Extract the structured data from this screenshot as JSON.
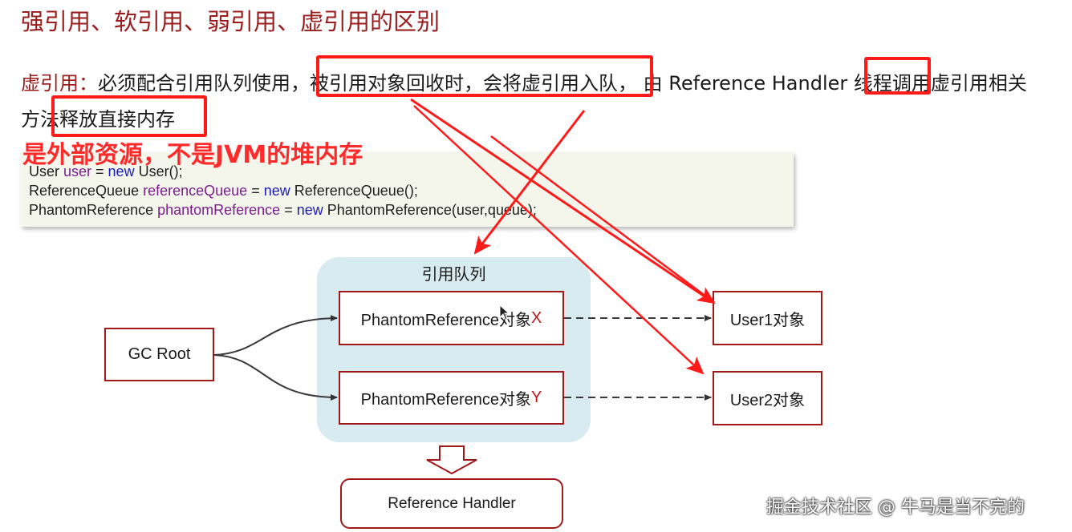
{
  "title": "强引用、软引用、弱引用、虚引用的区别",
  "definition": {
    "term": "虚引用",
    "colon": "：",
    "part1": "必须配合引用队列使用，",
    "part2": "被引用对象回收时，会将虚引用入队，",
    "part3": " 由 Reference Handler ",
    "part4": "线程调",
    "part5": "用虚引用相关",
    "line2_a": "方法",
    "line2_b": "释放直接内存"
  },
  "annotation": "是外部资源，不是JVM的堆内存",
  "code": {
    "line1": {
      "t1": "User ",
      "v": "user",
      "t2": " = ",
      "kw": "new",
      "t3": " User();"
    },
    "line2": {
      "t1": "ReferenceQueue ",
      "v": "referenceQueue",
      "t2": " = ",
      "kw": "new",
      "t3": " ReferenceQueue();"
    },
    "line3": {
      "t1": "PhantomReference ",
      "v": "phantomReference",
      "t2": " = ",
      "kw": "new",
      "t3": " PhantomReference(user,queue);"
    }
  },
  "diagram": {
    "gc_root": "GC Root",
    "queue_label": "引用队列",
    "phantom_x": {
      "prefix": "PhantomReference对象",
      "letter": "X"
    },
    "phantom_y": {
      "prefix": "PhantomReference对象",
      "letter": "Y"
    },
    "user1": "User1对象",
    "user2": "User2对象",
    "reference_handler": "Reference Handler"
  },
  "watermark": "掘金技术社区 @ 牛马是当不完的",
  "colors": {
    "title": "#9b1c1c",
    "box_border": "#a01818",
    "highlight_red": "#ff1a1a",
    "queue_bg": "#d8ebf1",
    "code_bg": "#f4f6ec",
    "keyword": "#1b1bb5",
    "variable": "#7a1e8c"
  }
}
